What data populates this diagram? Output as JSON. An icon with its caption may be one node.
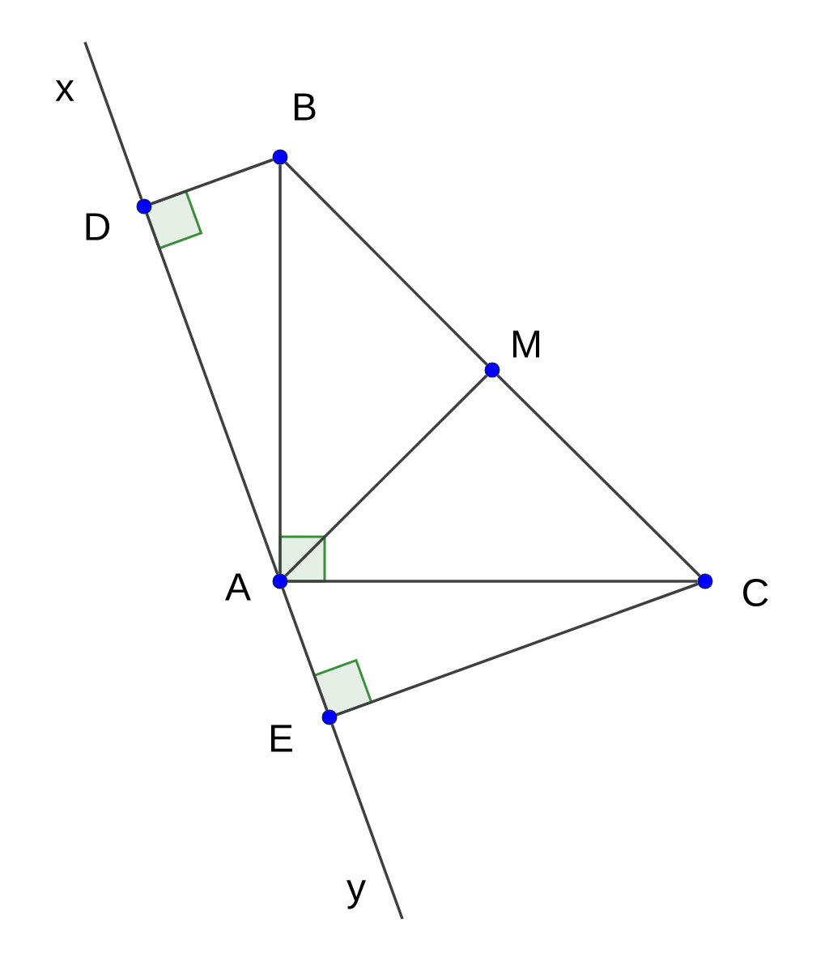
{
  "diagram": {
    "nodes": [
      {
        "text": [],
        "shape": "circle",
        "beside": [
          "B"
        ]
      },
      {
        "text": [],
        "shape": "circle",
        "beside": [
          "D"
        ]
      },
      {
        "text": [],
        "shape": "circle",
        "beside": [
          "M"
        ]
      },
      {
        "text": [],
        "shape": "circle",
        "beside": [
          "A"
        ]
      },
      {
        "text": [],
        "shape": "circle",
        "beside": [
          "C"
        ]
      },
      {
        "text": [],
        "shape": "circle",
        "beside": [
          "E"
        ]
      }
    ],
    "edges": [
      {
        "from": null,
        "to": 1,
        "arrow": "none"
      },
      {
        "from": 1,
        "to": 0,
        "arrow": "none"
      },
      {
        "from": 0,
        "to": 3,
        "arrow": "none"
      },
      {
        "from": 0,
        "to": 2,
        "arrow": "none"
      },
      {
        "from": 2,
        "to": 4,
        "arrow": "none"
      },
      {
        "from": 3,
        "to": 2,
        "arrow": "none"
      },
      {
        "from": 3,
        "to": 4,
        "arrow": "none"
      },
      {
        "from": 1,
        "to": 3,
        "arrow": "none"
      },
      {
        "from": 3,
        "to": 5,
        "arrow": "none"
      },
      {
        "from": 4,
        "to": 5,
        "arrow": "none"
      },
      {
        "from": 5,
        "to": null,
        "arrow": "none"
      }
    ],
    "labels": [
      "x",
      "y"
    ]
  }
}
